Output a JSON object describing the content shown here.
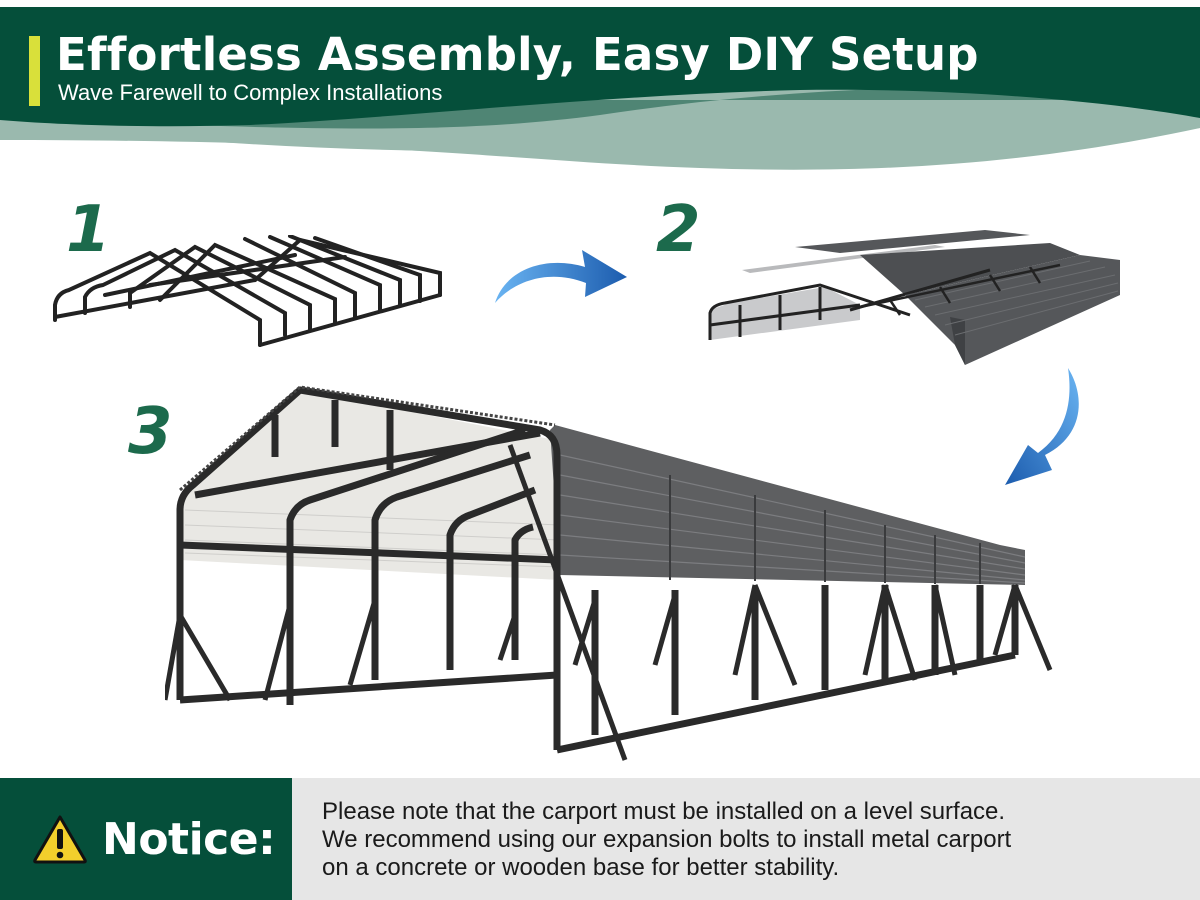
{
  "colors": {
    "brand_green": "#054f3a",
    "wave_mid": "#4f8574",
    "wave_light": "#9ab9ae",
    "accent_yellow": "#d9e03a",
    "step_number_green": "#1c6a4c",
    "arrow_blue_light": "#59a9ef",
    "arrow_blue_dark": "#1c5cae",
    "notice_bg": "#e6e6e6",
    "frame_dark": "#2a2a2a",
    "panel_gray": "#5e5f61",
    "panel_light": "#e9e8e4"
  },
  "header": {
    "title": "Effortless Assembly, Easy DIY Setup",
    "subtitle": "Wave Farewell to Complex Installations"
  },
  "steps": [
    {
      "number": "1",
      "description": "frame-assembly"
    },
    {
      "number": "2",
      "description": "roof-panel-install"
    },
    {
      "number": "3",
      "description": "completed-carport"
    }
  ],
  "arrows": [
    {
      "icon": "curved-arrow-right-icon"
    },
    {
      "icon": "curved-arrow-down-left-icon"
    }
  ],
  "notice": {
    "icon": "warning-triangle-icon",
    "label": "Notice:",
    "lines": [
      "Please note that the carport must be installed on a level surface.",
      "We recommend using our expansion bolts to install metal carport",
      "on a concrete or wooden base for better stability."
    ]
  }
}
